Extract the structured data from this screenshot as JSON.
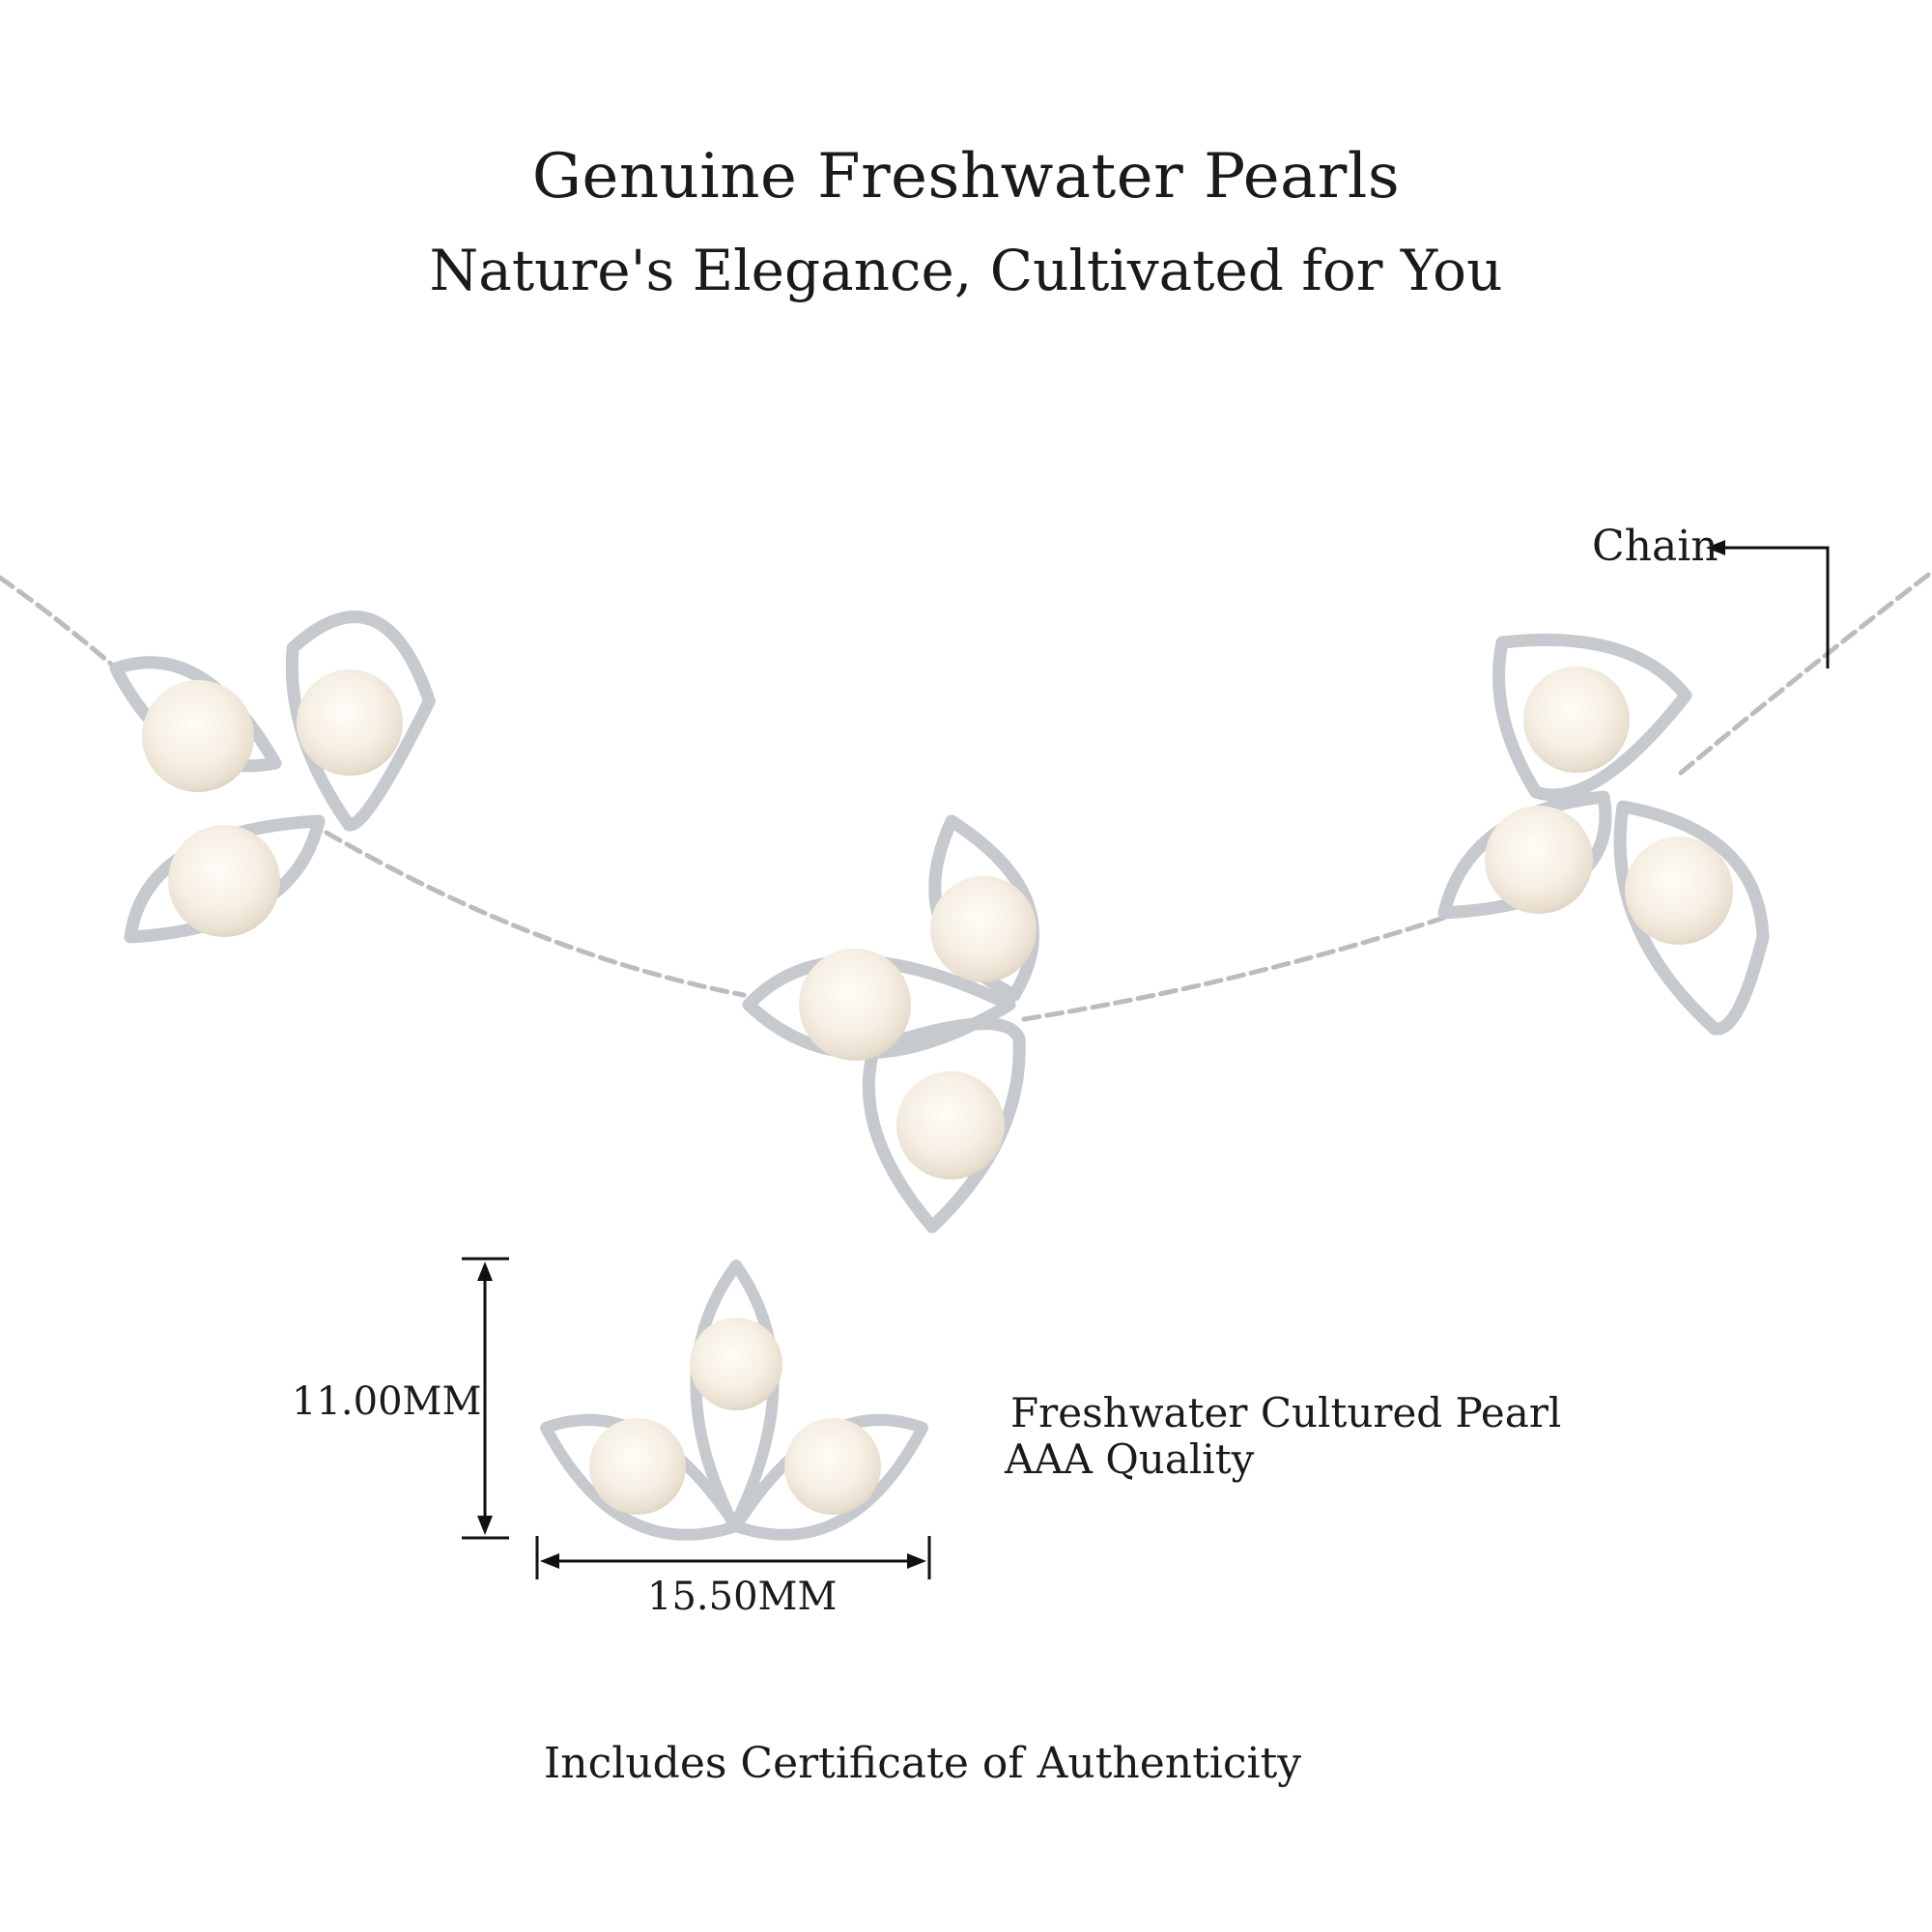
{
  "header": {
    "title": "Genuine Freshwater Pearls",
    "subtitle": "Nature's Elegance, Cultivated for You"
  },
  "necklace": {
    "chain_label": "Chain",
    "metal_color": "#c9ccd0",
    "pearl_color": "#f7f2ea"
  },
  "pendant": {
    "height_label": "11.00MM",
    "width_label": "15.50MM",
    "pearl_type": "Freshwater Cultured Pearl",
    "pearl_quality": "AAA Quality"
  },
  "footer": {
    "certificate": "Includes Certificate of Authenticity"
  }
}
